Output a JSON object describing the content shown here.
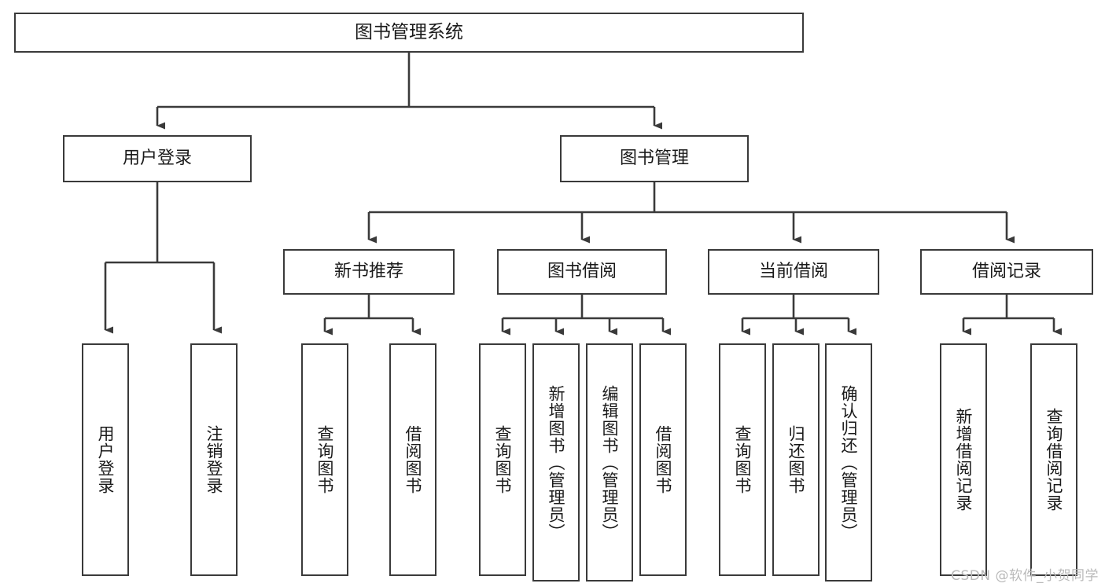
{
  "diagram": {
    "title": "图书管理系统",
    "type": "tree-hierarchy",
    "watermark": "CSDN @软件_小贺同学",
    "colors": {
      "stroke": "#3a3a3a",
      "fill": "#ffffff",
      "text": "#1a1a1a",
      "watermark": "#b9b9b9"
    },
    "nodes": {
      "root": {
        "label": "图书管理系统"
      },
      "level1": [
        {
          "id": "user-login",
          "label": "用户登录"
        },
        {
          "id": "book-manage",
          "label": "图书管理"
        }
      ],
      "level2": [
        {
          "id": "new-book-recommend",
          "label": "新书推荐"
        },
        {
          "id": "book-borrow",
          "label": "图书借阅"
        },
        {
          "id": "current-borrow",
          "label": "当前借阅"
        },
        {
          "id": "borrow-record",
          "label": "借阅记录"
        }
      ],
      "leaves": {
        "user_login": [
          {
            "id": "leaf-user-login",
            "label": "用户登录"
          },
          {
            "id": "leaf-logout-login",
            "label": "注销登录"
          }
        ],
        "new_book_recommend": [
          {
            "id": "leaf-query-book-1",
            "label": "查询图书"
          },
          {
            "id": "leaf-borrow-book-1",
            "label": "借阅图书"
          }
        ],
        "book_borrow": [
          {
            "id": "leaf-query-book-2",
            "label": "查询图书"
          },
          {
            "id": "leaf-add-book",
            "label": "新增图书（管理员）"
          },
          {
            "id": "leaf-edit-book",
            "label": "编辑图书（管理员）"
          },
          {
            "id": "leaf-borrow-book-2",
            "label": "借阅图书"
          }
        ],
        "current_borrow": [
          {
            "id": "leaf-query-book-3",
            "label": "查询图书"
          },
          {
            "id": "leaf-return-book",
            "label": "归还图书"
          },
          {
            "id": "leaf-confirm-return",
            "label": "确认归还（管理员）"
          }
        ],
        "borrow_record": [
          {
            "id": "leaf-add-record",
            "label": "新增借阅记录"
          },
          {
            "id": "leaf-query-record",
            "label": "查询借阅记录"
          }
        ]
      }
    }
  }
}
